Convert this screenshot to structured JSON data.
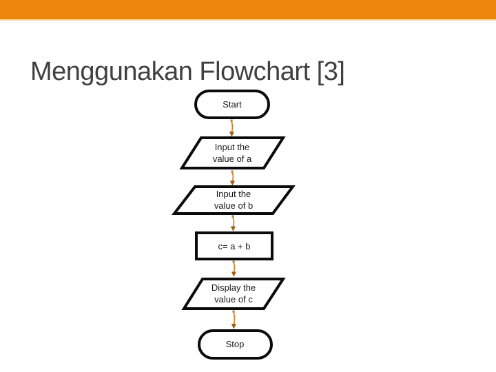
{
  "slide": {
    "title": "Menggunakan Flowchart [3]"
  },
  "flowchart": {
    "nodes": [
      {
        "id": "start",
        "type": "terminator",
        "lines": [
          "Start"
        ]
      },
      {
        "id": "input-a",
        "type": "data",
        "lines": [
          "Input the",
          "value of a"
        ]
      },
      {
        "id": "input-b",
        "type": "data",
        "lines": [
          "Input the",
          "value of b"
        ]
      },
      {
        "id": "process-sum",
        "type": "process",
        "lines": [
          "c= a + b"
        ]
      },
      {
        "id": "display-c",
        "type": "data",
        "lines": [
          "Display the",
          "value of c"
        ]
      },
      {
        "id": "stop",
        "type": "terminator",
        "lines": [
          "Stop"
        ]
      }
    ],
    "connections": [
      {
        "from": "start",
        "to": "input-a"
      },
      {
        "from": "input-a",
        "to": "input-b"
      },
      {
        "from": "input-b",
        "to": "process-sum"
      },
      {
        "from": "process-sum",
        "to": "display-c"
      },
      {
        "from": "display-c",
        "to": "stop"
      }
    ]
  },
  "theme": {
    "header_bar_color": "#ED860D",
    "header_accent_color": "#F9DCA8",
    "title_color": "#404040",
    "shape_border_color": "#0B0B0B",
    "shape_fill_color": "#FFFFFF",
    "label_color": "#1A1A1A",
    "connector_color": "#D08631",
    "connector_head_color": "#9E6014",
    "connector_anchor_color": "#B08A52"
  }
}
